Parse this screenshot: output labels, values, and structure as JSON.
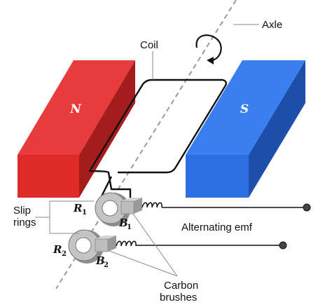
{
  "labels": {
    "axle": "Axle",
    "coil": "Coil",
    "north": "N",
    "south": "S",
    "slip_rings_line1": "Slip",
    "slip_rings_line2": "rings",
    "ring1": "R",
    "ring1_sub": "1",
    "ring2": "R",
    "ring2_sub": "2",
    "brush1": "B",
    "brush1_sub": "1",
    "brush2": "B",
    "brush2_sub": "2",
    "emf": "Alternating emf",
    "carbon_brushes_line1": "Carbon",
    "carbon_brushes_line2": "brushes"
  },
  "colors": {
    "north_front": "#df2a2a",
    "north_top": "#e83c3c",
    "north_side": "#a51c1c",
    "south_front": "#2b6fe3",
    "south_top": "#3a7fef",
    "south_side": "#1c4eaa",
    "ring_light": "#c4c4c4",
    "ring_dark": "#8e8e8e",
    "axle_dash": "#999999"
  }
}
